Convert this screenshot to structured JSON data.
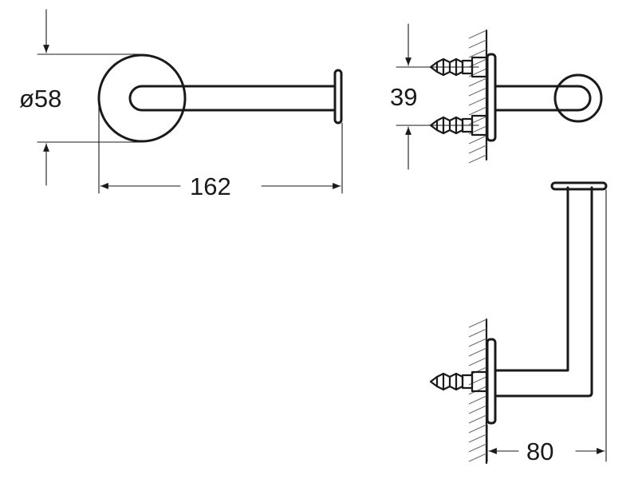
{
  "dimensions": {
    "diameter_label": "ø58",
    "length_label": "162",
    "fixing_spacing_label": "39",
    "projection_label": "80"
  }
}
